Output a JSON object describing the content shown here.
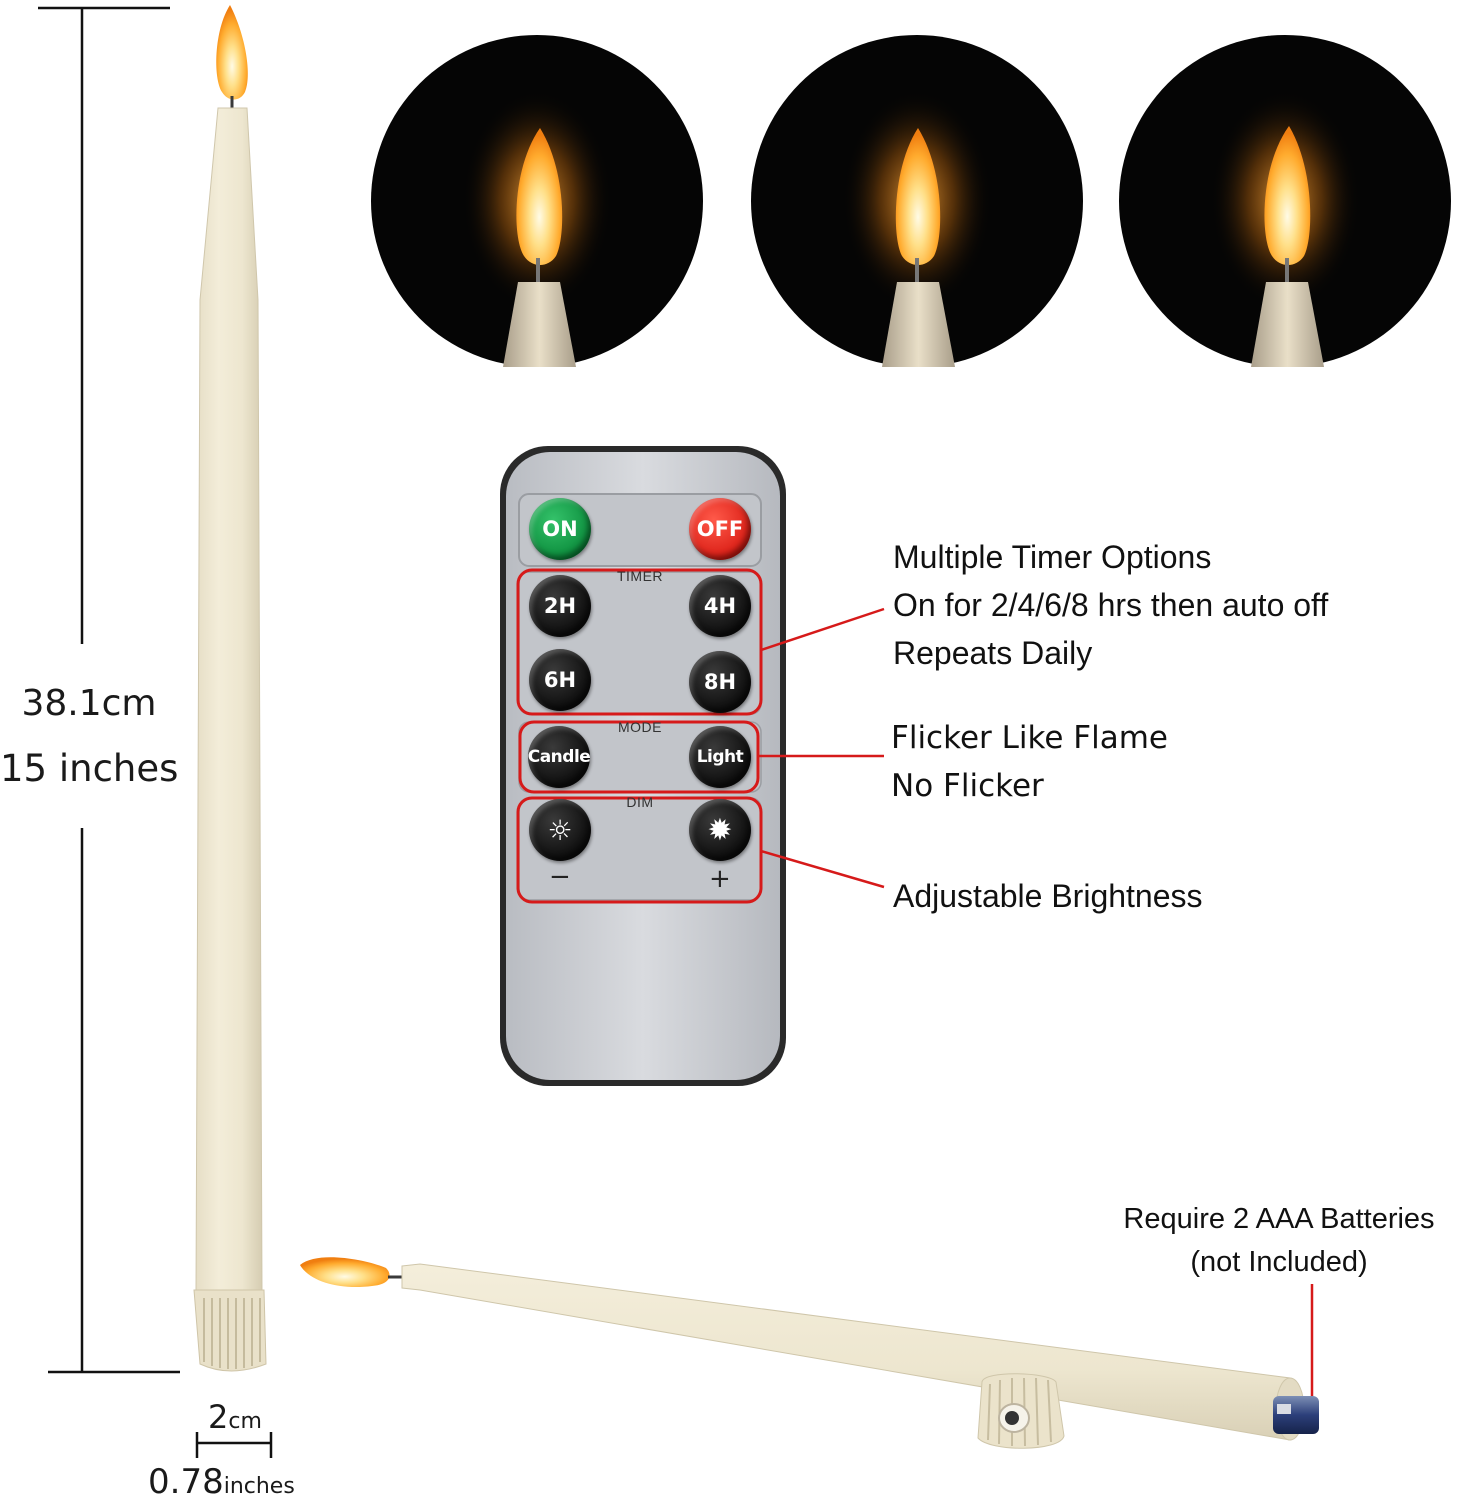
{
  "dimensions": {
    "height_cm": "38.1cm",
    "height_in": "15 inches",
    "diameter_value_cm": "2",
    "diameter_unit_cm": "cm",
    "diameter_value_in": "0.78",
    "diameter_unit_in": "inches"
  },
  "remote": {
    "on_label": "ON",
    "off_label": "OFF",
    "timer_section": "TIMER",
    "timer_buttons": [
      "2H",
      "4H",
      "6H",
      "8H"
    ],
    "mode_section": "MODE",
    "mode_candle": "Candle",
    "mode_light": "Light",
    "dim_section": "DIM",
    "dim_minus": "−",
    "dim_plus": "+"
  },
  "features": {
    "timer": [
      "Multiple Timer Options",
      "On for 2/4/6/8 hrs then auto off",
      "Repeats Daily"
    ],
    "mode": [
      "Flicker Like Flame",
      "No Flicker"
    ],
    "brightness": "Adjustable Brightness"
  },
  "battery_note": [
    "Require 2 AAA Batteries",
    "(not Included)"
  ],
  "colors": {
    "candle_ivory": "#efe8d4",
    "remote_body": "#c9ccd1",
    "callout_red": "#d61a1a",
    "on_green": "#14a34a",
    "off_red": "#e8271c"
  }
}
